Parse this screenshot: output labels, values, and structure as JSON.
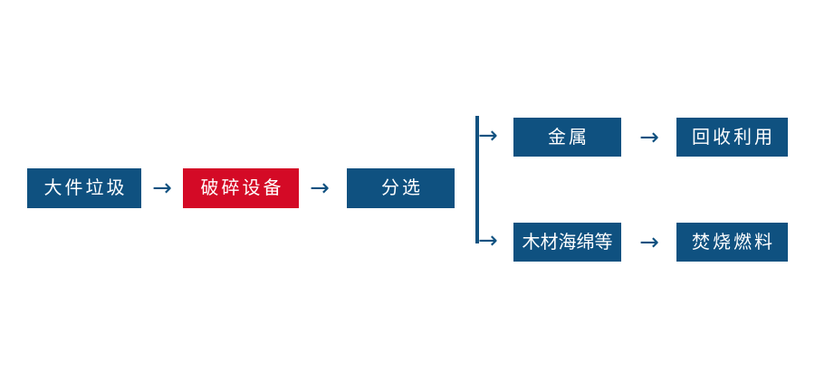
{
  "diagram": {
    "title": "",
    "background_color": "#ffffff",
    "colors": {
      "primary_blue": "#0f5180",
      "highlight_red": "#d40a26",
      "node_text": "#ffffff"
    },
    "main_chain": [
      {
        "label": "大件垃圾",
        "color": "blue"
      },
      {
        "label": "破碎设备",
        "color": "red"
      },
      {
        "label": "分选",
        "color": "blue"
      }
    ],
    "branches": [
      {
        "name": "metal-branch",
        "steps": [
          {
            "label": "金属",
            "color": "blue"
          },
          {
            "label": "回收利用",
            "color": "blue"
          }
        ]
      },
      {
        "name": "combustible-branch",
        "steps": [
          {
            "label": "木材海绵等",
            "color": "blue"
          },
          {
            "label": "焚烧燃料",
            "color": "blue"
          }
        ]
      }
    ],
    "connectors": {
      "arrow_glyph": "→",
      "chain_arrow_1": "→",
      "chain_arrow_2": "→",
      "branch_arrow_top": "→",
      "branch_arrow_bottom": "→",
      "metal_arrow": "→",
      "combustible_arrow": "→"
    }
  }
}
